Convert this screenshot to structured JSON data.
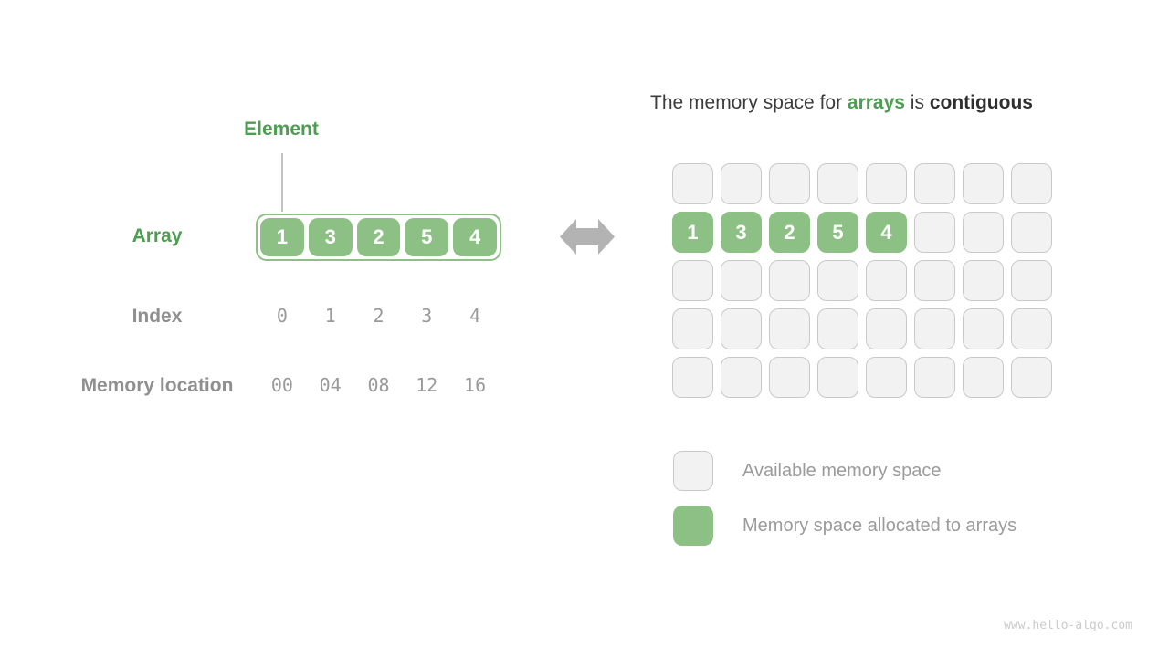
{
  "left_panel": {
    "element_label": "Element",
    "array_label": "Array",
    "array_values": [
      "1",
      "3",
      "2",
      "5",
      "4"
    ],
    "index_label": "Index",
    "index_values": [
      "0",
      "1",
      "2",
      "3",
      "4"
    ],
    "memory_label": "Memory location",
    "memory_values": [
      "00",
      "04",
      "08",
      "12",
      "16"
    ]
  },
  "right_panel": {
    "title": {
      "prefix": "The memory space for ",
      "highlight": "arrays",
      "middle": " is ",
      "bold": "contiguous"
    },
    "grid": {
      "rows": 5,
      "cols": 8,
      "allocated_row": 1,
      "allocated_values": [
        "1",
        "3",
        "2",
        "5",
        "4"
      ]
    },
    "legend": [
      {
        "swatch": "available",
        "label": "Available memory space"
      },
      {
        "swatch": "allocated",
        "label": "Memory space allocated to arrays"
      }
    ]
  },
  "watermark": "www.hello-algo.com",
  "colors": {
    "accent_green": "#4c9e50",
    "cell_green": "#8dc084",
    "cell_gray_bg": "#f2f2f2",
    "cell_gray_border": "#c9c9c9",
    "text_dark": "#3c3c3c",
    "text_gray": "#9a9a9a",
    "arrow_gray": "#b3b3b3"
  }
}
